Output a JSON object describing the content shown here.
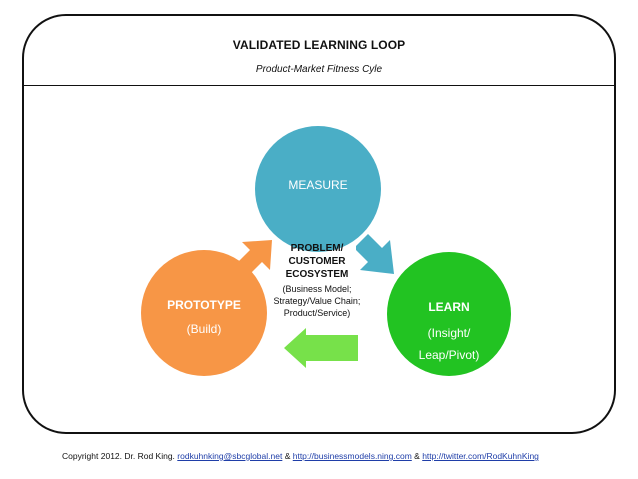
{
  "header": {
    "title": "VALIDATED LEARNING LOOP",
    "subtitle": "Product-Market Fitness Cyle"
  },
  "nodes": {
    "measure": {
      "label": "MEASURE",
      "color": "#4aaec6"
    },
    "prototype": {
      "label": "PROTOTYPE",
      "sub": "(Build)",
      "color": "#f79646"
    },
    "learn": {
      "label": "LEARN",
      "sub1": "(Insight/",
      "sub2": "Leap/Pivot)",
      "color": "#22c322"
    }
  },
  "center": {
    "line1": "PROBLEM/",
    "line2": "CUSTOMER",
    "line3": "ECOSYSTEM",
    "detail1": "(Business Model;",
    "detail2": "Strategy/Value Chain;",
    "detail3": "Product/Service)"
  },
  "arrows": {
    "measure_to_learn": {
      "color": "#4aaec6"
    },
    "learn_to_prototype": {
      "color": "#77e14a"
    },
    "prototype_to_measure": {
      "color": "#f79646"
    }
  },
  "footer": {
    "prefix": "Copyright 2012. Dr. Rod King. ",
    "email": "rodkuhnking@sbcglobal.net",
    "sep1": " & ",
    "link1": "http://businessmodels.ning.com",
    "sep2": " & ",
    "link2": "http://twitter.com/RodKuhnKing"
  }
}
